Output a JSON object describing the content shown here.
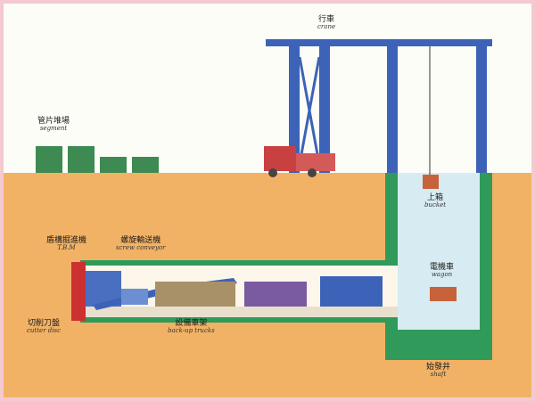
{
  "colors": {
    "soil": "#f2b266",
    "shaft_water": "#d6ecf2",
    "wall_green": "#2f9a5a",
    "crane_blue": "#3d63b8",
    "tbm_red": "#cc3030",
    "truck_red": "#c84040",
    "segment_green": "#3d8a52",
    "page_border": "#f4c9cf"
  },
  "labels": {
    "crane": {
      "zh": "行車",
      "en": "crane"
    },
    "segment": {
      "zh": "管片堆場",
      "en": "segment"
    },
    "bucket": {
      "zh": "上箱",
      "en": "bucket"
    },
    "tbm": {
      "zh": "盾構掘進機",
      "en": "T.B.M"
    },
    "screw_conveyor": {
      "zh": "螺旋輸送機",
      "en": "screw conveyor"
    },
    "wagon": {
      "zh": "電機車",
      "en": "wagon"
    },
    "cutter_disc": {
      "zh": "切削刀盤",
      "en": "cutter disc"
    },
    "backup_trucks": {
      "zh": "設備車架",
      "en": "back-up trucks"
    },
    "shaft": {
      "zh": "始發井",
      "en": "shaft"
    }
  }
}
